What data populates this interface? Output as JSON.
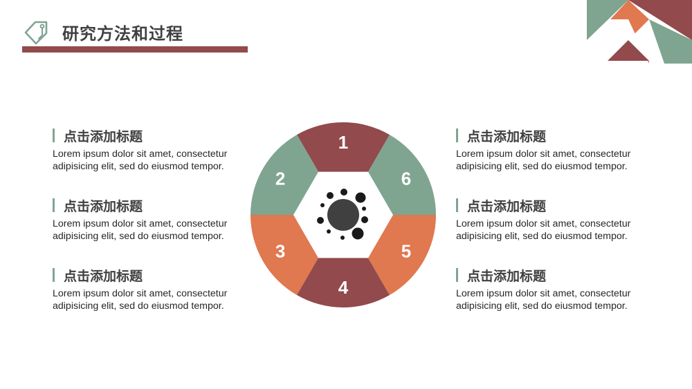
{
  "header": {
    "title": "研究方法和过程"
  },
  "colors": {
    "maroon": "#924A4C",
    "sage": "#7FA590",
    "orange": "#E07850",
    "dark_gray": "#404040",
    "text": "#262626"
  },
  "diagram": {
    "center_icon": "virus-icon",
    "segments": [
      {
        "number": "1",
        "color": "#924A4C"
      },
      {
        "number": "2",
        "color": "#7FA590"
      },
      {
        "number": "3",
        "color": "#E07850"
      },
      {
        "number": "4",
        "color": "#924A4C"
      },
      {
        "number": "5",
        "color": "#E07850"
      },
      {
        "number": "6",
        "color": "#7FA590"
      }
    ]
  },
  "items": {
    "left": [
      {
        "title": "点击添加标题",
        "desc_line1": "Lorem ipsum dolor sit amet, consectetur",
        "desc_line2": "adipisicing elit, sed do eiusmod tempor."
      },
      {
        "title": "点击添加标题",
        "desc_line1": "Lorem ipsum dolor sit amet, consectetur",
        "desc_line2": "adipisicing elit, sed do eiusmod tempor."
      },
      {
        "title": "点击添加标题",
        "desc_line1": "Lorem ipsum dolor sit amet, consectetur",
        "desc_line2": "adipisicing elit, sed do eiusmod tempor."
      }
    ],
    "right": [
      {
        "title": "点击添加标题",
        "desc_line1": "Lorem ipsum dolor sit amet, consectetur",
        "desc_line2": "adipisicing elit, sed do eiusmod tempor."
      },
      {
        "title": "点击添加标题",
        "desc_line1": "Lorem ipsum dolor sit amet, consectetur",
        "desc_line2": "adipisicing elit, sed do eiusmod tempor."
      },
      {
        "title": "点击添加标题",
        "desc_line1": "Lorem ipsum dolor sit amet, consectetur",
        "desc_line2": "adipisicing elit, sed do eiusmod tempor."
      }
    ]
  }
}
